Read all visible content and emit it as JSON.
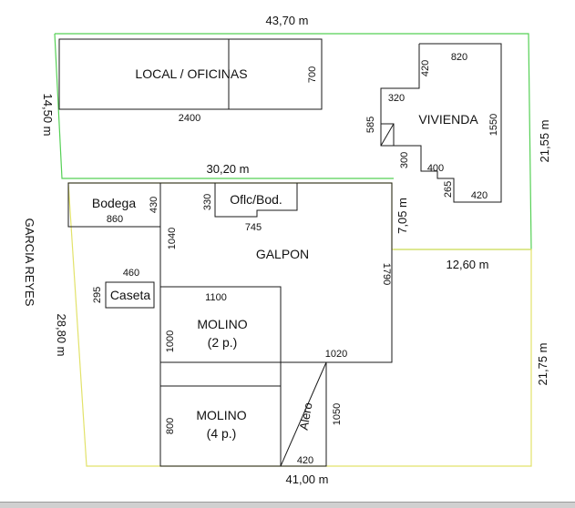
{
  "site": {
    "top_dim": "43,70 m",
    "left_upper_dim": "14,50 m",
    "right_upper_dim": "21,55 m",
    "right_lower_dim": "21,75 m",
    "mid_dim": "30,20 m",
    "step_v_dim": "7,05 m",
    "step_h_dim": "12,60 m",
    "left_lower_dim": "28,80 m",
    "bottom_dim": "41,00 m",
    "street": "GARCIA REYES"
  },
  "rooms": {
    "local_oficinas": {
      "name": "LOCAL / OFICINAS",
      "w": "2400",
      "h": "700"
    },
    "vivienda": {
      "name": "VIVIENDA",
      "d820": "820",
      "d420a": "420",
      "d320": "320",
      "d585": "585",
      "d1550": "1550",
      "d300": "300",
      "d400": "400",
      "d265": "265",
      "d420b": "420"
    },
    "bodega": {
      "name": "Bodega",
      "w": "860",
      "h": "430"
    },
    "ofic_bod": {
      "name": "Oflc/Bod.",
      "w": "745",
      "h": "330"
    },
    "galpon": {
      "name": "GALPON",
      "h_left": "1040",
      "h_right": "1790"
    },
    "caseta": {
      "name": "Caseta",
      "w": "460",
      "h": "295"
    },
    "molino_2p": {
      "name": "MOLINO",
      "sub": "(2 p.)",
      "w": "1100",
      "h": "1000"
    },
    "molino_4p": {
      "name": "MOLINO",
      "sub": "(4 p.)",
      "h": "800"
    },
    "alero": {
      "name": "Alero",
      "top": "1020",
      "h": "1050",
      "w": "420"
    }
  },
  "colors": {
    "line": "#1a1a1a",
    "green_boundary": "#55d055",
    "yellow_boundary": "#e2e26a"
  }
}
